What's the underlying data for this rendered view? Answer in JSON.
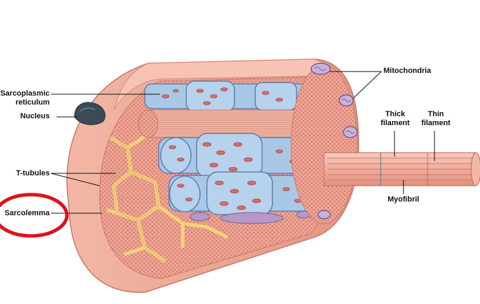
{
  "labels": {
    "sarcoplasmic_line1": "Sarcoplasmic",
    "sarcoplasmic_line2": "reticulum",
    "nucleus": "Nucleus",
    "t_tubules": "T-tubules",
    "sarcolemma": "Sarcolemma",
    "mitochondria": "Mitochondria",
    "thick_line1": "Thick",
    "thick_line2": "filament",
    "thin_line1": "Thin",
    "thin_line2": "filament",
    "myofibril": "Myofibril"
  },
  "colors": {
    "muscle": "#eda898",
    "muscle_dark": "#d98876",
    "reticulum": "#a9c8e6",
    "reticulum_edge": "#5d7fae",
    "tubule": "#f4dc8a",
    "nucleus": "#3a4a56",
    "vesicle": "#b59ac8",
    "highlight_circle": "#e0101a"
  }
}
